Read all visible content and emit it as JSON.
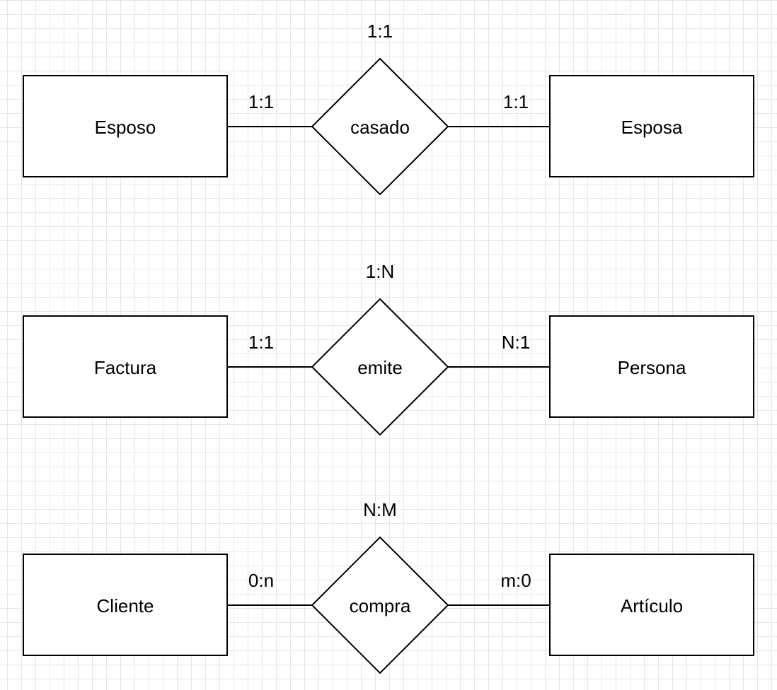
{
  "diagram": {
    "rows": [
      {
        "left_entity": "Esposo",
        "relationship": "casado",
        "right_entity": "Esposa",
        "cardinality": "1:1",
        "left_label": "1:1",
        "right_label": "1:1"
      },
      {
        "left_entity": "Factura",
        "relationship": "emite",
        "right_entity": "Persona",
        "cardinality": "1:N",
        "left_label": "1:1",
        "right_label": "N:1"
      },
      {
        "left_entity": "Cliente",
        "relationship": "compra",
        "right_entity": "Artículo",
        "cardinality": "N:M",
        "left_label": "0:n",
        "right_label": "m:0"
      }
    ]
  }
}
